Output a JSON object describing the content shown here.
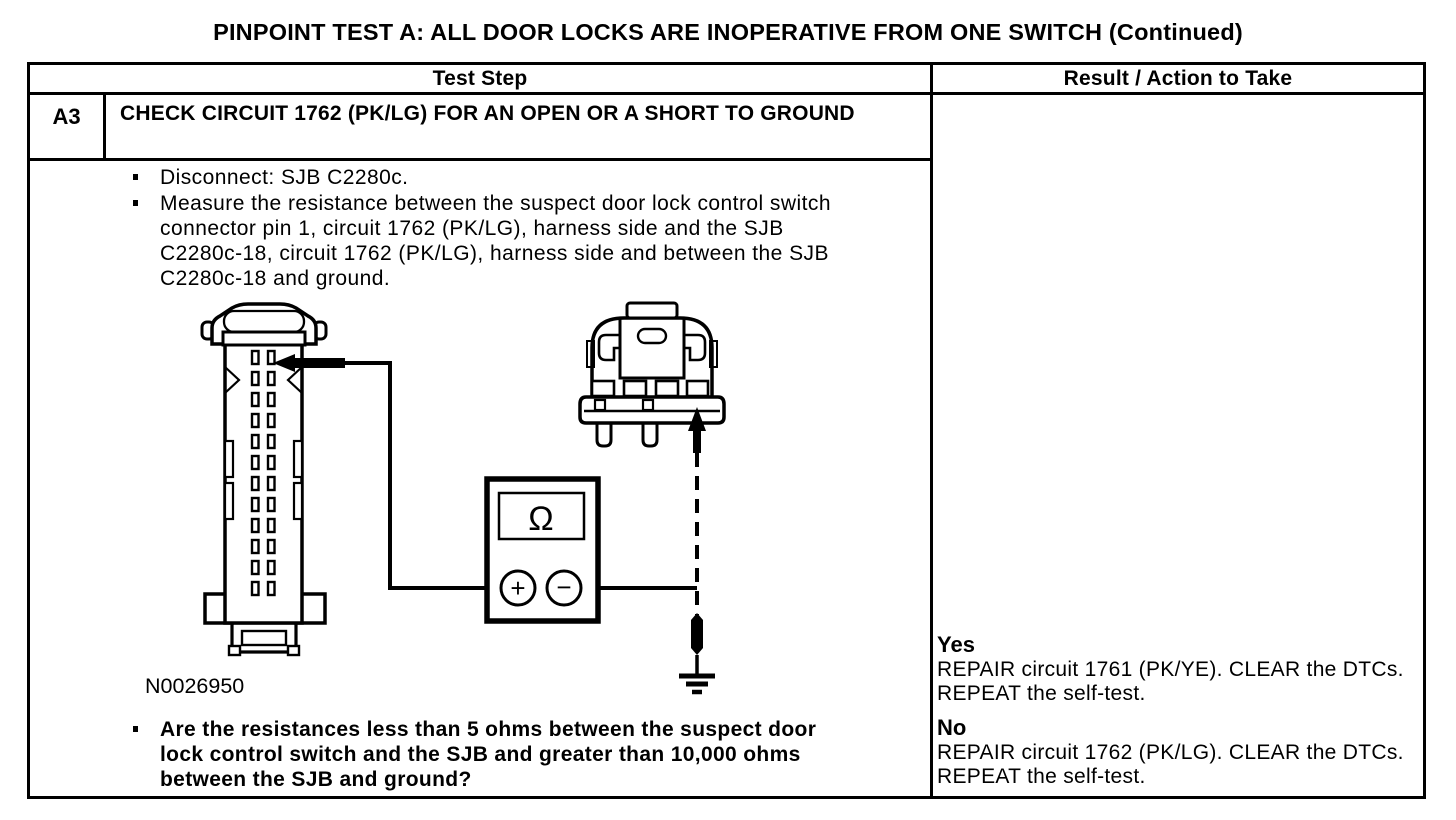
{
  "doc": {
    "title": "PINPOINT TEST A: ALL DOOR LOCKS ARE INOPERATIVE FROM ONE SWITCH (Continued)"
  },
  "table": {
    "header": {
      "test_step": "Test Step",
      "result": "Result / Action to Take"
    },
    "step": {
      "id": "A3",
      "title": "CHECK CIRCUIT 1762 (PK/LG) FOR AN OPEN OR A SHORT TO GROUND",
      "bullets": [
        "Disconnect: SJB C2280c.",
        "Measure the resistance between the suspect door lock control switch connector pin 1, circuit 1762 (PK/LG), harness side and the SJB C2280c-18, circuit 1762 (PK/LG), harness side and between the SJB  C2280c-18 and ground.",
        "Are the resistances less than 5 ohms between the suspect door lock control switch and the SJB and greater than 10,000 ohms between the SJB and ground?"
      ],
      "figure_label": "N0026950"
    },
    "results": [
      {
        "answer": "Yes",
        "action": "REPAIR circuit 1761 (PK/YE). CLEAR the DTCs. REPEAT the self-test."
      },
      {
        "answer": "No",
        "action": "REPAIR circuit 1762 (PK/LG). CLEAR the DTCs. REPEAT the self-test."
      }
    ]
  },
  "diagram": {
    "meter_symbol": "Ω",
    "plus_terminal": "+",
    "minus_terminal": "−"
  }
}
